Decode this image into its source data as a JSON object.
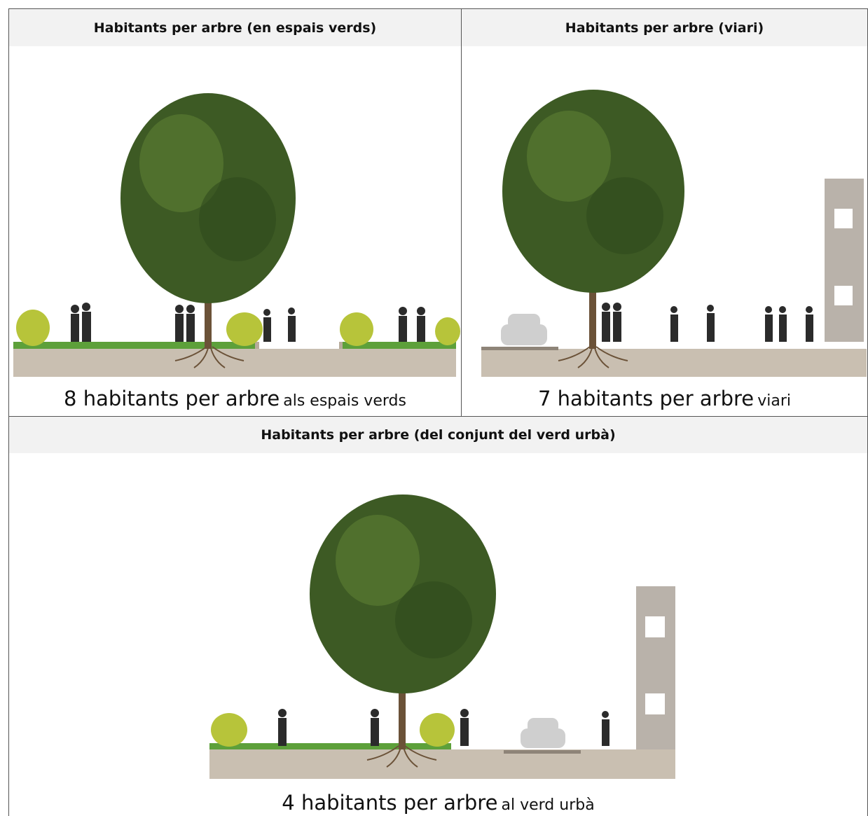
{
  "panels": {
    "green_spaces": {
      "header": "Habitants per arbre (en espais verds)",
      "caption_number": "8 habitants per arbre",
      "caption_suffix": "als espais verds"
    },
    "streets": {
      "header": "Habitants per arbre (viari)",
      "caption_number": "7 habitants per arbre",
      "caption_suffix": "viari"
    },
    "urban_green": {
      "header": "Habitants per arbre (del conjunt del verd urbà)",
      "caption_number": "4 habitants per arbre",
      "caption_suffix": "al verd urbà"
    }
  },
  "colors": {
    "tree_foliage": "#3d5a24",
    "tree_foliage_light": "#5e7f34",
    "trunk": "#6b5238",
    "ground": "#c9bfb1",
    "grass": "#5da03a",
    "shrub": "#b7c43a",
    "silhouette": "#2b2b2b",
    "building": "#b9b2aa",
    "car": "#cfcfcf",
    "header_bg": "#f2f2f2"
  }
}
